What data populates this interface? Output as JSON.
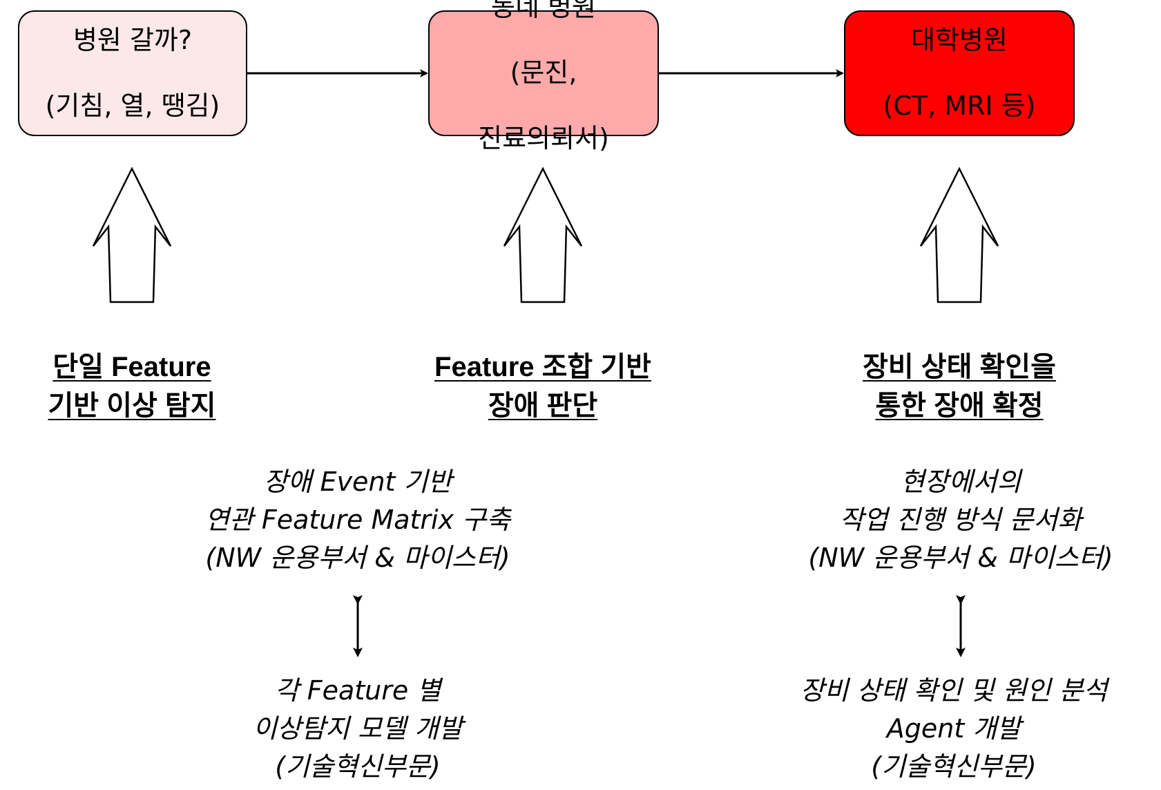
{
  "top_boxes": [
    {
      "lines": [
        "병원 갈까?",
        "(기침, 열, 땡김)"
      ],
      "fill": "#FCE8E8"
    },
    {
      "lines": [
        "동네 병원",
        "(문진,",
        "진료의뢰서)"
      ],
      "fill": "#FFAAAA"
    },
    {
      "lines": [
        "대학병원",
        "(CT, MRI 등)"
      ],
      "fill": "#FF0000"
    }
  ],
  "captions": [
    {
      "lines": [
        "단일 Feature",
        "기반 이상 탐지"
      ]
    },
    {
      "lines": [
        "Feature 조합 기반",
        "장애 판단"
      ]
    },
    {
      "lines": [
        "장비 상태 확인을",
        "통한 장애 확정"
      ]
    }
  ],
  "notes": {
    "middle_upper": [
      "장애 Event 기반",
      "연관 Feature Matrix 구축",
      "(NW 운용부서 & 마이스터)"
    ],
    "middle_lower": [
      "각 Feature 별",
      "이상탐지 모델 개발",
      "(기술혁신부문)"
    ],
    "right_upper": [
      "현장에서의",
      "작업 진행 방식 문서화",
      "(NW 운용부서 & 마이스터)"
    ],
    "right_lower": [
      "장비 상태 확인 및 원인 분석",
      "Agent 개발",
      "(기술혁신부문)"
    ]
  },
  "colors": {
    "stroke": "#000000",
    "background": "#FFFFFF"
  }
}
